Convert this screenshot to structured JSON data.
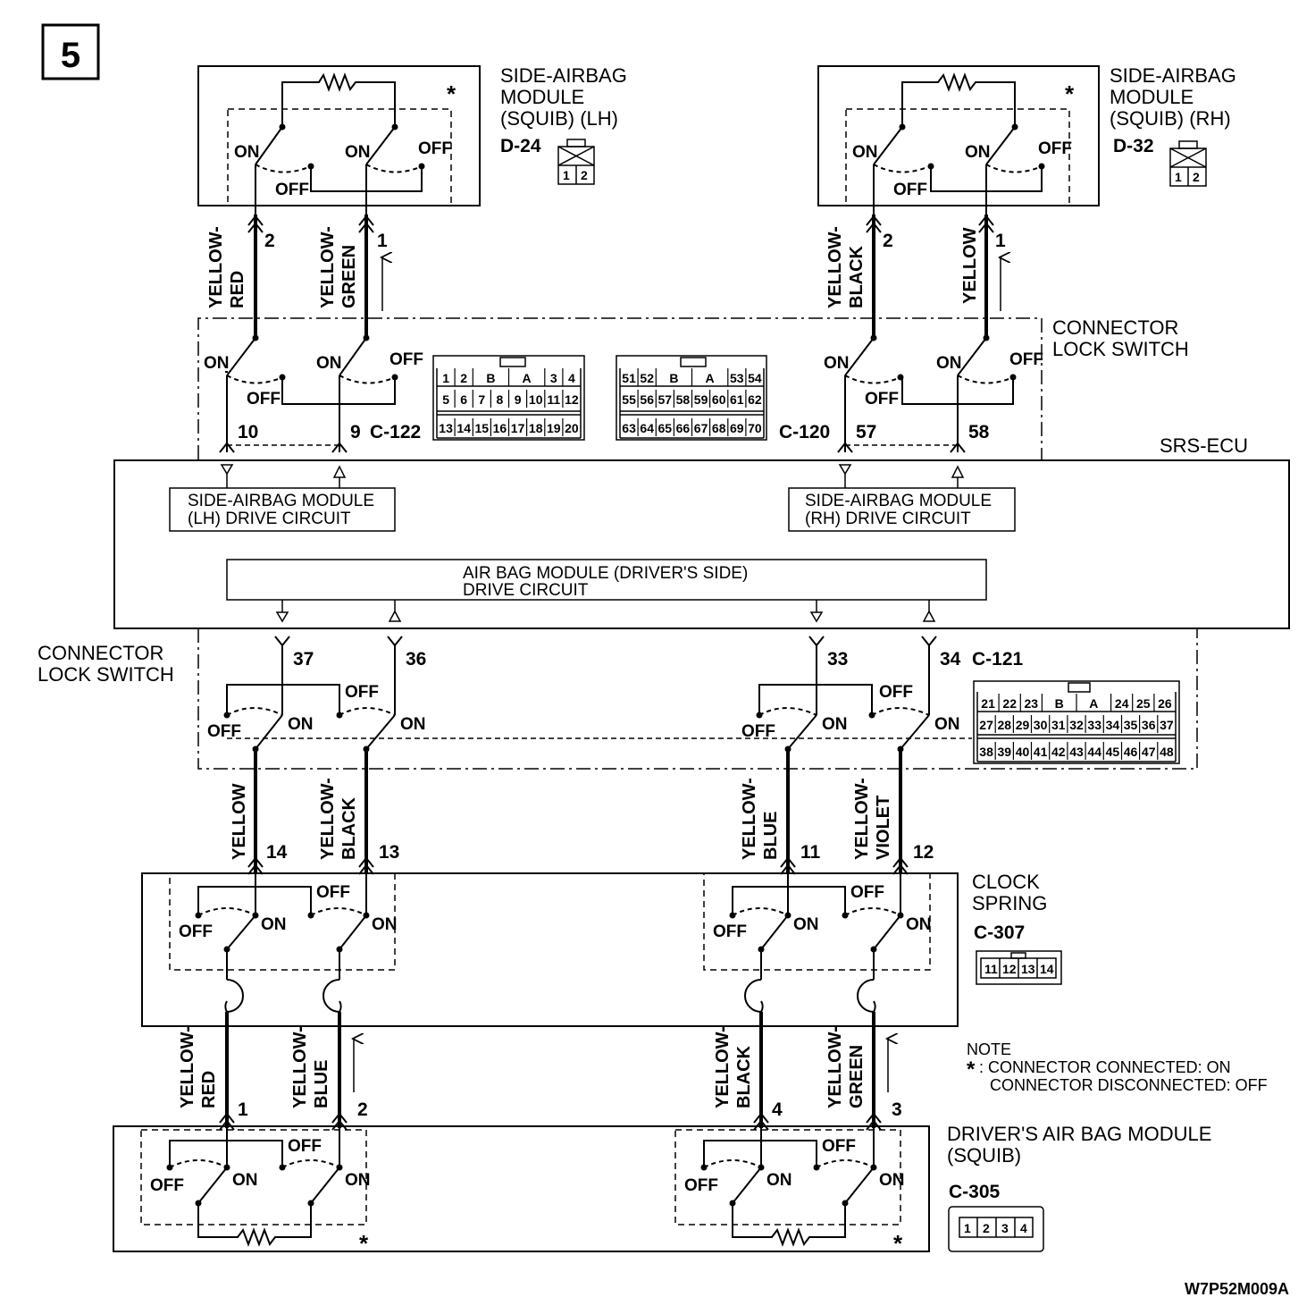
{
  "page_number": "5",
  "figure_code": "W7P52M009A",
  "modules": {
    "side_lh": {
      "line1": "SIDE-AIRBAG",
      "line2": "MODULE",
      "line3": "(SQUIB) (LH)",
      "connector": "D-24",
      "pins": [
        "1",
        "2"
      ]
    },
    "side_rh": {
      "line1": "SIDE-AIRBAG",
      "line2": "MODULE",
      "line3": "(SQUIB) (RH)",
      "connector": "D-32",
      "pins": [
        "1",
        "2"
      ]
    },
    "connector_lock_top": {
      "line1": "CONNECTOR",
      "line2": "LOCK SWITCH"
    },
    "connector_lock_mid": {
      "line1": "CONNECTOR",
      "line2": "LOCK SWITCH"
    },
    "srs_ecu": "SRS-ECU",
    "drive_lh": {
      "line1": "SIDE-AIRBAG MODULE",
      "line2": "(LH) DRIVE CIRCUIT"
    },
    "drive_rh": {
      "line1": "SIDE-AIRBAG MODULE",
      "line2": "(RH) DRIVE CIRCUIT"
    },
    "drive_driver": {
      "line1": "AIR BAG MODULE (DRIVER'S SIDE)",
      "line2": "DRIVE CIRCUIT"
    },
    "clock_spring": {
      "line1": "CLOCK",
      "line2": "SPRING",
      "connector": "C-307",
      "pins": [
        "11",
        "12",
        "13",
        "14"
      ]
    },
    "driver_module": {
      "line1": "DRIVER'S AIR BAG MODULE",
      "line2": "(SQUIB)",
      "connector": "C-305",
      "pins": [
        "1",
        "2",
        "3",
        "4"
      ]
    }
  },
  "connectors": {
    "c122": {
      "id": "C-122",
      "row1": [
        "1",
        "2",
        "B",
        "A",
        "3",
        "4"
      ],
      "row2": [
        "5",
        "6",
        "7",
        "8",
        "9",
        "10",
        "11",
        "12"
      ],
      "row3": [
        "13",
        "14",
        "15",
        "16",
        "17",
        "18",
        "19",
        "20"
      ]
    },
    "c120": {
      "id": "C-120",
      "row1": [
        "51",
        "52",
        "B",
        "A",
        "53",
        "54"
      ],
      "row2": [
        "55",
        "56",
        "57",
        "58",
        "59",
        "60",
        "61",
        "62"
      ],
      "row3": [
        "63",
        "64",
        "65",
        "66",
        "67",
        "68",
        "69",
        "70"
      ]
    },
    "c121": {
      "id": "C-121",
      "row1": [
        "21",
        "22",
        "23",
        "B",
        "A",
        "24",
        "25",
        "26"
      ],
      "row2": [
        "27",
        "28",
        "29",
        "30",
        "31",
        "32",
        "33",
        "34",
        "35",
        "36",
        "37"
      ],
      "row3": [
        "38",
        "39",
        "40",
        "41",
        "42",
        "43",
        "44",
        "45",
        "46",
        "47",
        "48"
      ]
    }
  },
  "pins": {
    "lh_2": "2",
    "lh_1": "1",
    "rh_2": "2",
    "rh_1": "1",
    "c122_10": "10",
    "c122_9": "9",
    "c120_57": "57",
    "c120_58": "58",
    "c121_37": "37",
    "c121_36": "36",
    "c121_33": "33",
    "c121_34": "34",
    "cs_14": "14",
    "cs_13": "13",
    "cs_11": "11",
    "cs_12": "12",
    "dm_1": "1",
    "dm_2": "2",
    "dm_4": "4",
    "dm_3": "3"
  },
  "wires": {
    "w1": [
      "YELLOW-",
      "RED"
    ],
    "w2": [
      "YELLOW-",
      "GREEN"
    ],
    "w3": [
      "YELLOW-",
      "BLACK"
    ],
    "w4": [
      "YELLOW"
    ],
    "w5": [
      "YELLOW"
    ],
    "w6": [
      "YELLOW-",
      "BLACK"
    ],
    "w7": [
      "YELLOW-",
      "BLUE"
    ],
    "w8": [
      "YELLOW-",
      "VIOLET"
    ],
    "w9": [
      "YELLOW-",
      "RED"
    ],
    "w10": [
      "YELLOW-",
      "BLUE"
    ],
    "w11": [
      "YELLOW-",
      "BLACK"
    ],
    "w12": [
      "YELLOW-",
      "GREEN"
    ]
  },
  "switch_labels": {
    "on": "ON",
    "off": "OFF"
  },
  "asterisk": "*",
  "note": {
    "title": "NOTE",
    "star": "*",
    "line1": ": CONNECTOR CONNECTED: ON",
    "line2": "CONNECTOR DISCONNECTED: OFF"
  }
}
